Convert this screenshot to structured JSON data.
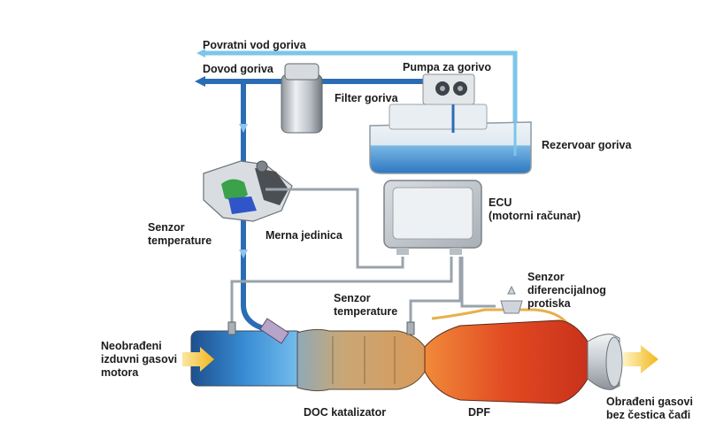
{
  "labels": {
    "povratni_vod": "Povratni vod goriva",
    "dovod": "Dovod goriva",
    "pumpa": "Pumpa za gorivo",
    "filter": "Filter goriva",
    "rezervoar": "Rezervoar goriva",
    "ecu_line1": "ECU",
    "ecu_line2": "(motorni računar)",
    "senzor_temp_top_line1": "Senzor",
    "senzor_temp_top_line2": "temperature",
    "merna": "Merna jedinica",
    "senzor_temp_mid_line1": "Senzor",
    "senzor_temp_mid_line2": "temperature",
    "senzor_dif_line1": "Senzor",
    "senzor_dif_line2": "diferencijalnog",
    "senzor_dif_line3": "protiska",
    "neobradjeni_line1": "Neobrađeni",
    "neobradjeni_line2": "izduvni gasovi",
    "neobradjeni_line3": "motora",
    "doc": "DOC katalizator",
    "dpf": "DPF",
    "obradjeni_line1": "Obrađeni gasovi",
    "obradjeni_line2": "bez čestica čađi"
  },
  "colors": {
    "fuel_line": "#2a6db5",
    "return_line": "#6fc3e8",
    "wire": "#9aa3ab",
    "exhaust_blue": "#2f7fc4",
    "dpf_hot": "#e8542a",
    "doc_body": "#b58a5a",
    "arrow_yellow": "#f4c430"
  }
}
